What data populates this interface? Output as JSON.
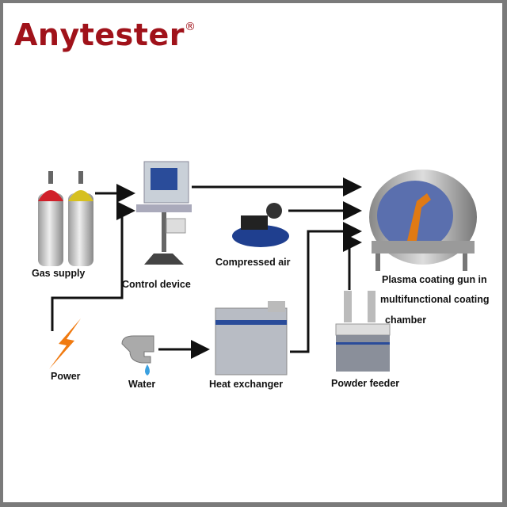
{
  "logo": {
    "text": "Anytester",
    "mark": "®",
    "color": "#a0121a"
  },
  "labels": {
    "gas_supply": "Gas supply",
    "control_device": "Control device",
    "compressed_air": "Compressed air",
    "plasma_line1": "Plasma coating gun in",
    "plasma_line2": "multifunctional coating",
    "plasma_line3": "chamber",
    "power": "Power",
    "water": "Water",
    "heat_exchanger": "Heat exchanger",
    "powder_feeder": "Powder feeder"
  },
  "colors": {
    "arrow": "#111111",
    "frame": "#7a7a7a"
  }
}
